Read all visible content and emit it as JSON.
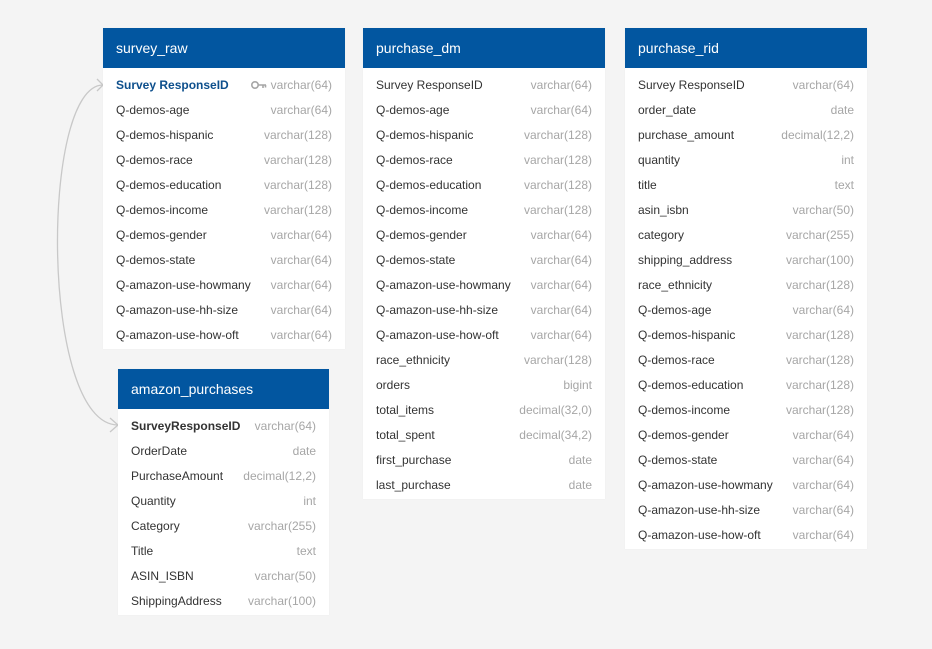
{
  "tables": {
    "survey_raw": {
      "name": "survey_raw",
      "columns": [
        {
          "name": "Survey ResponseID",
          "type": "varchar(64)",
          "key": "primary-key-icon"
        },
        {
          "name": "Q-demos-age",
          "type": "varchar(64)"
        },
        {
          "name": "Q-demos-hispanic",
          "type": "varchar(128)"
        },
        {
          "name": "Q-demos-race",
          "type": "varchar(128)"
        },
        {
          "name": "Q-demos-education",
          "type": "varchar(128)"
        },
        {
          "name": "Q-demos-income",
          "type": "varchar(128)"
        },
        {
          "name": "Q-demos-gender",
          "type": "varchar(64)"
        },
        {
          "name": "Q-demos-state",
          "type": "varchar(64)"
        },
        {
          "name": "Q-amazon-use-howmany",
          "type": "varchar(64)"
        },
        {
          "name": "Q-amazon-use-hh-size",
          "type": "varchar(64)"
        },
        {
          "name": "Q-amazon-use-how-oft",
          "type": "varchar(64)"
        }
      ]
    },
    "purchase_dm": {
      "name": "purchase_dm",
      "columns": [
        {
          "name": "Survey ResponseID",
          "type": "varchar(64)"
        },
        {
          "name": "Q-demos-age",
          "type": "varchar(64)"
        },
        {
          "name": "Q-demos-hispanic",
          "type": "varchar(128)"
        },
        {
          "name": "Q-demos-race",
          "type": "varchar(128)"
        },
        {
          "name": "Q-demos-education",
          "type": "varchar(128)"
        },
        {
          "name": "Q-demos-income",
          "type": "varchar(128)"
        },
        {
          "name": "Q-demos-gender",
          "type": "varchar(64)"
        },
        {
          "name": "Q-demos-state",
          "type": "varchar(64)"
        },
        {
          "name": "Q-amazon-use-howmany",
          "type": "varchar(64)"
        },
        {
          "name": "Q-amazon-use-hh-size",
          "type": "varchar(64)"
        },
        {
          "name": "Q-amazon-use-how-oft",
          "type": "varchar(64)"
        },
        {
          "name": "race_ethnicity",
          "type": "varchar(128)"
        },
        {
          "name": "orders",
          "type": "bigint"
        },
        {
          "name": "total_items",
          "type": "decimal(32,0)"
        },
        {
          "name": "total_spent",
          "type": "decimal(34,2)"
        },
        {
          "name": "first_purchase",
          "type": "date"
        },
        {
          "name": "last_purchase",
          "type": "date"
        }
      ]
    },
    "purchase_rid": {
      "name": "purchase_rid",
      "columns": [
        {
          "name": "Survey ResponseID",
          "type": "varchar(64)"
        },
        {
          "name": "order_date",
          "type": "date"
        },
        {
          "name": "purchase_amount",
          "type": "decimal(12,2)"
        },
        {
          "name": "quantity",
          "type": "int"
        },
        {
          "name": "title",
          "type": "text"
        },
        {
          "name": "asin_isbn",
          "type": "varchar(50)"
        },
        {
          "name": "category",
          "type": "varchar(255)"
        },
        {
          "name": "shipping_address",
          "type": "varchar(100)"
        },
        {
          "name": "race_ethnicity",
          "type": "varchar(128)"
        },
        {
          "name": "Q-demos-age",
          "type": "varchar(64)"
        },
        {
          "name": "Q-demos-hispanic",
          "type": "varchar(128)"
        },
        {
          "name": "Q-demos-race",
          "type": "varchar(128)"
        },
        {
          "name": "Q-demos-education",
          "type": "varchar(128)"
        },
        {
          "name": "Q-demos-income",
          "type": "varchar(128)"
        },
        {
          "name": "Q-demos-gender",
          "type": "varchar(64)"
        },
        {
          "name": "Q-demos-state",
          "type": "varchar(64)"
        },
        {
          "name": "Q-amazon-use-howmany",
          "type": "varchar(64)"
        },
        {
          "name": "Q-amazon-use-hh-size",
          "type": "varchar(64)"
        },
        {
          "name": "Q-amazon-use-how-oft",
          "type": "varchar(64)"
        }
      ]
    },
    "amazon_purchases": {
      "name": "amazon_purchases",
      "columns": [
        {
          "name": "SurveyResponseID",
          "type": "varchar(64)",
          "key": "foreign-key"
        },
        {
          "name": "OrderDate",
          "type": "date"
        },
        {
          "name": "PurchaseAmount",
          "type": "decimal(12,2)"
        },
        {
          "name": "Quantity",
          "type": "int"
        },
        {
          "name": "Category",
          "type": "varchar(255)"
        },
        {
          "name": "Title",
          "type": "text"
        },
        {
          "name": "ASIN_ISBN",
          "type": "varchar(50)"
        },
        {
          "name": "ShippingAddress",
          "type": "varchar(100)"
        }
      ]
    }
  },
  "relationships": [
    {
      "from": "survey_raw.Survey ResponseID",
      "to": "amazon_purchases.SurveyResponseID",
      "cardinality": "one-to-many"
    }
  ],
  "colors": {
    "header_bg": "#0256a0",
    "header_text": "#ffffff",
    "canvas_bg": "#f4f4f4",
    "type_text": "#a6a6a6",
    "pk_text": "#0d4f8c",
    "connector": "#c8c8c8"
  }
}
